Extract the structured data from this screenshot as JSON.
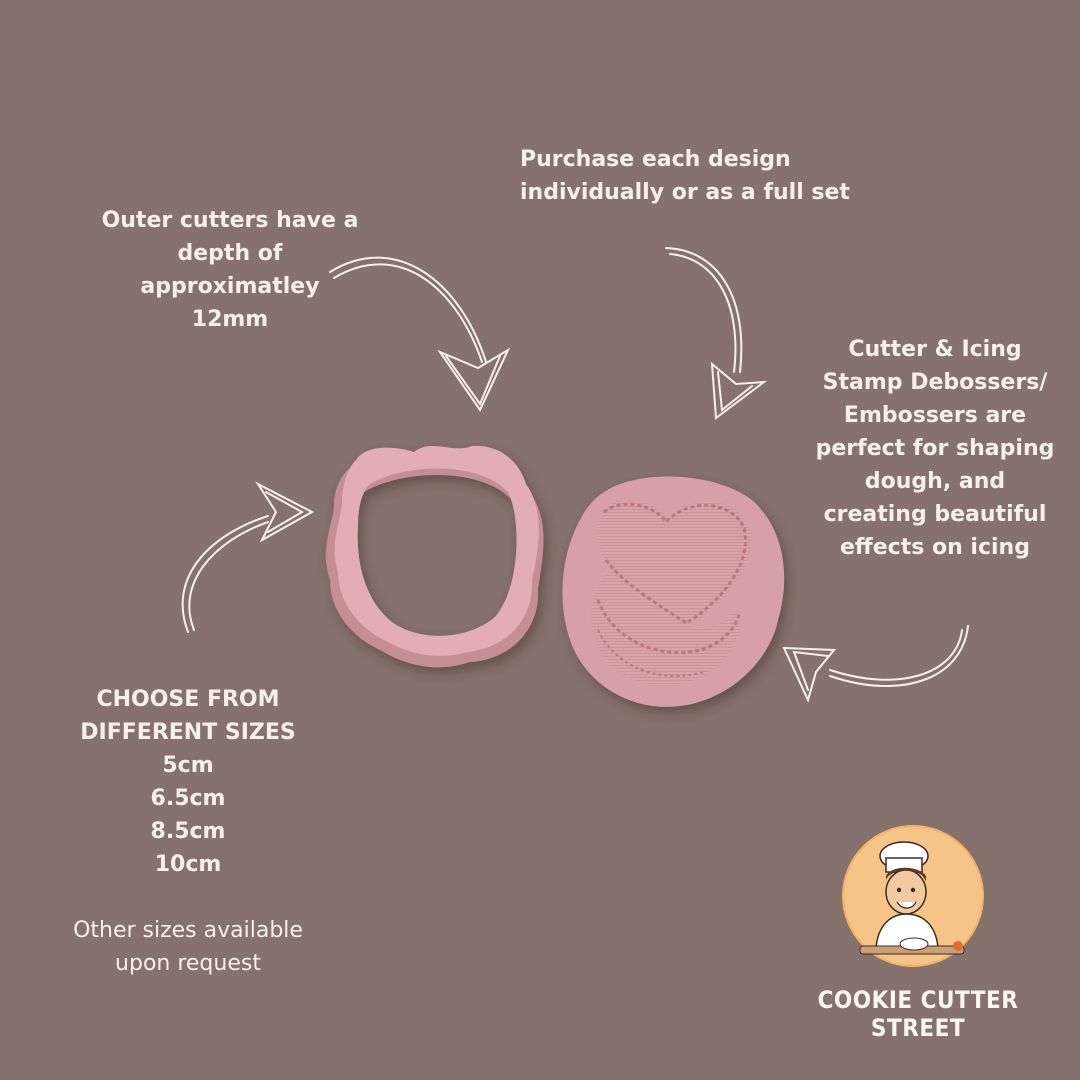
{
  "annotations": {
    "depth": [
      "Outer cutters have a",
      "depth of",
      "approximatley",
      "12mm"
    ],
    "purchase": [
      "Purchase each design",
      "individually or as a full set"
    ],
    "stamp": [
      "Cutter & Icing",
      "Stamp Debossers/",
      "Embossers are",
      "perfect for shaping",
      "dough, and",
      "creating beautiful",
      "effects on icing"
    ],
    "sizes": [
      "CHOOSE FROM",
      "DIFFERENT SIZES",
      "5cm",
      "6.5cm",
      "8.5cm",
      "10cm"
    ],
    "other": [
      "Other sizes available",
      "upon request"
    ]
  },
  "brand": {
    "name": "COOKIE CUTTER STREET"
  },
  "colors": {
    "background": "#86726c",
    "text": "#f7f0e6",
    "cutter_pink": "#dba6ab",
    "logo_circle": "#f6c486"
  },
  "icons": [
    "hand-drawn-arrow",
    "chef-mascot-logo"
  ]
}
